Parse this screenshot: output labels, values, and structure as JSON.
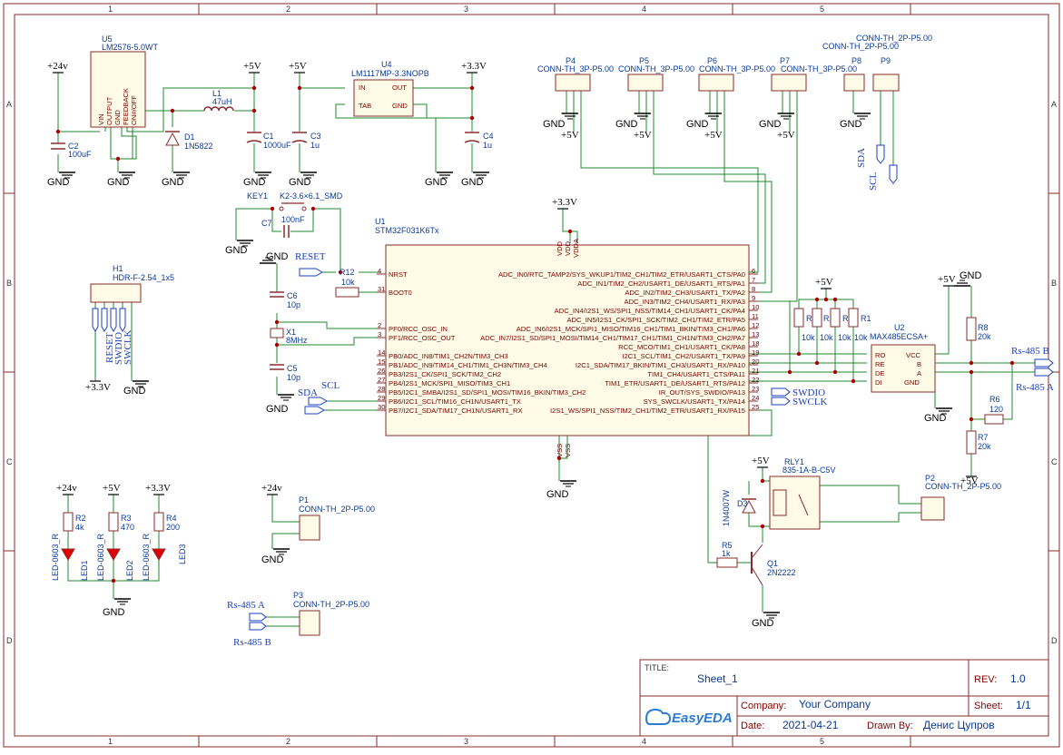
{
  "frame": {
    "cols": [
      "1",
      "2",
      "3",
      "4",
      "5"
    ],
    "rows": [
      "A",
      "B",
      "C",
      "D"
    ]
  },
  "power": {
    "p24v": "+24v",
    "p5v": "+5V",
    "p33v": "+3.3V",
    "gnd": "GND"
  },
  "nets": {
    "reset": "RESET",
    "swdio": "SWDIO",
    "swclk": "SWCLK",
    "scl": "SCL",
    "sda": "SDA",
    "rs485a": "Rs-485 A",
    "rs485b": "Rs-485 B"
  },
  "components": {
    "u5": {
      "ref": "U5",
      "value": "LM2576-5.0WT",
      "pins": [
        "VIN",
        "OUTPUT",
        "GND",
        "FEEDBACK",
        "ON#/OFF"
      ]
    },
    "u4": {
      "ref": "U4",
      "value": "LM1117MP-3.3NOPB",
      "in": "IN",
      "out": "OUT",
      "tab": "TAB",
      "gnd": "GND"
    },
    "u1": {
      "ref": "U1",
      "value": "STM32F031K6Tx"
    },
    "u2": {
      "ref": "U2",
      "value": "MAX485ECSA+",
      "pins": [
        "RO",
        "RE",
        "DE",
        "DI"
      ],
      "right": [
        "VCC",
        "B",
        "A",
        "GND"
      ]
    },
    "c2": {
      "ref": "C2",
      "value": "100uF"
    },
    "c1": {
      "ref": "C1",
      "value": "1000uF"
    },
    "c3": {
      "ref": "C3",
      "value": "1u"
    },
    "c4": {
      "ref": "C4",
      "value": "1u"
    },
    "c5": {
      "ref": "C5",
      "value": "10p"
    },
    "c6": {
      "ref": "C6",
      "value": "10p"
    },
    "c7": {
      "ref": "C7",
      "value": "100nF"
    },
    "l1": {
      "ref": "L1",
      "value": "47uH"
    },
    "d1": {
      "ref": "D1",
      "value": "1N5822"
    },
    "d3": {
      "ref": "D3",
      "value": "1N4007W"
    },
    "key1": {
      "ref": "KEY1",
      "value": "K2-3.6×6.1_SMD"
    },
    "r12": {
      "ref": "R12",
      "value": "10k"
    },
    "x1": {
      "ref": "X1",
      "value": "8MHz"
    },
    "h1": {
      "ref": "H1",
      "value": "HDR-F-2.54_1x5"
    },
    "p4": {
      "ref": "P4",
      "value": "CONN-TH_3P-P5.00"
    },
    "p5": {
      "ref": "P5",
      "value": "CONN-TH_3P-P5.00"
    },
    "p6": {
      "ref": "P6",
      "value": "CONN-TH_3P-P5.00"
    },
    "p7": {
      "ref": "P7",
      "value": "CONN-TH_3P-P5.00"
    },
    "p8": {
      "ref": "P8",
      "value": "CONN-TH_2P-P5.00"
    },
    "p9": {
      "ref": "P9"
    },
    "p1": {
      "ref": "P1",
      "value": "CONN-TH_2P-P5.00"
    },
    "p2": {
      "ref": "P2",
      "value": "CONN-TH_2P-P5.00"
    },
    "p3": {
      "ref": "P3",
      "value": "CONN-TH_2P-P5.00"
    },
    "r1": {
      "ref": "R1",
      "value": "10k"
    },
    "r9": {
      "ref": "R9",
      "value": "10k"
    },
    "r10": {
      "ref": "R10",
      "value": "10k"
    },
    "r11": {
      "ref": "R11",
      "value": "10k"
    },
    "r8": {
      "ref": "R8",
      "value": "20k"
    },
    "r7": {
      "ref": "R7",
      "value": "20k"
    },
    "r6": {
      "ref": "R6",
      "value": "120"
    },
    "r5": {
      "ref": "R5",
      "value": "1k"
    },
    "q1": {
      "ref": "Q1",
      "value": "2N2222"
    },
    "rly1": {
      "ref": "RLY1",
      "value": "835-1A-B-C5V"
    },
    "r2": {
      "ref": "R2",
      "value": "4k"
    },
    "r3": {
      "ref": "R3",
      "value": "470"
    },
    "r4": {
      "ref": "R4",
      "value": "200"
    },
    "led1": {
      "ref": "LED1",
      "value": "LED-0603_R"
    },
    "led2": {
      "ref": "LED2",
      "value": "LED-0603_R"
    },
    "led3": {
      "ref": "LED3"
    }
  },
  "mcu_left": [
    "NRST",
    "BOOT0",
    "PF0/RCC_OSC_IN",
    "PF1/RCC_OSC_OUT",
    "PB0/ADC_IN8/TIM1_CH2N/TIM3_CH3",
    "PB1/ADC_IN9/TIM14_CH1/TIM1_CH3N/TIM3_CH4",
    "PB3/I2S1_CK/SPI1_SCK/TIM2_CH2",
    "PB4/I2S1_MCK/SPI1_MISO/TIM3_CH1",
    "PB5/I2C1_SMBA/I2S1_SD/SPI1_MOSI/TIM16_BKIN/TIM3_CH2",
    "PB6/I2C1_SCL/TIM16_CH1N/USART1_TX",
    "PB7/I2C1_SDA/TIM17_CH1N/USART1_RX"
  ],
  "mcu_left_nums": [
    "4",
    "31",
    "2",
    "3",
    "14",
    "15",
    "26",
    "27",
    "28",
    "29",
    "30"
  ],
  "mcu_right": [
    "ADC_IN0/RTC_TAMP2/SYS_WKUP1/TIM2_CH1/TIM2_ETR/USART1_CTS/PA0",
    "ADC_IN1/TIM2_CH2/USART1_DE/USART1_RTS/PA1",
    "ADC_IN2/TIM2_CH3/USART1_TX/PA2",
    "ADC_IN3/TIM2_CH4/USART1_RX/PA3",
    "ADC_IN4/I2S1_WS/SPI1_NSS/TIM14_CH1/USART1_CK/PA4",
    "ADC_IN5/I2S1_CK/SPI1_SCK/TIM2_CH1/TIM2_ETR/PA5",
    "ADC_IN6/I2S1_MCK/SPI1_MISO/TIM16_CH1/TIM1_BKIN/TIM3_CH1/PA6",
    "ADC_IN7/I2S1_SD/SPI1_MOSI/TIM14_CH1/TIM17_CH1/TIM1_CH1N/TIM3_CH2/PA7",
    "RCC_MCO/TIM1_CH1/USART1_CK/PA8",
    "I2C1_SCL/TIM1_CH2/USART1_TX/PA9",
    "I2C1_SDA/TIM17_BKIN/TIM1_CH3/USART1_RX/PA10",
    "TIM1_CH4/USART1_CTS/PA11",
    "TIM1_ETR/USART1_DE/USART1_RTS/PA12",
    "IR_OUT/SYS_SWDIO/PA13",
    "SYS_SWCLK/USART1_TX/PA14",
    "I2S1_WS/SPI1_NSS/TIM2_CH1/TIM2_ETR/USART1_RX/PA15"
  ],
  "mcu_right_nums": [
    "6",
    "7",
    "8",
    "9",
    "10",
    "11",
    "12",
    "13",
    "18",
    "19",
    "20",
    "21",
    "22",
    "23",
    "24",
    "25"
  ],
  "mcu_top": [
    "VDD",
    "VDD",
    "VDDA"
  ],
  "mcu_bottom": [
    "VSS",
    "VSS"
  ],
  "title_block": {
    "title_label": "TITLE:",
    "title": "Sheet_1",
    "rev_label": "REV:",
    "rev": "1.0",
    "company_label": "Company:",
    "company": "Your Company",
    "sheet_label": "Sheet:",
    "sheet": "1/1",
    "date_label": "Date:",
    "date": "2021-04-21",
    "drawn_label": "Drawn By:",
    "drawn": "Денис Цупров",
    "logo": "EasyEDA"
  }
}
